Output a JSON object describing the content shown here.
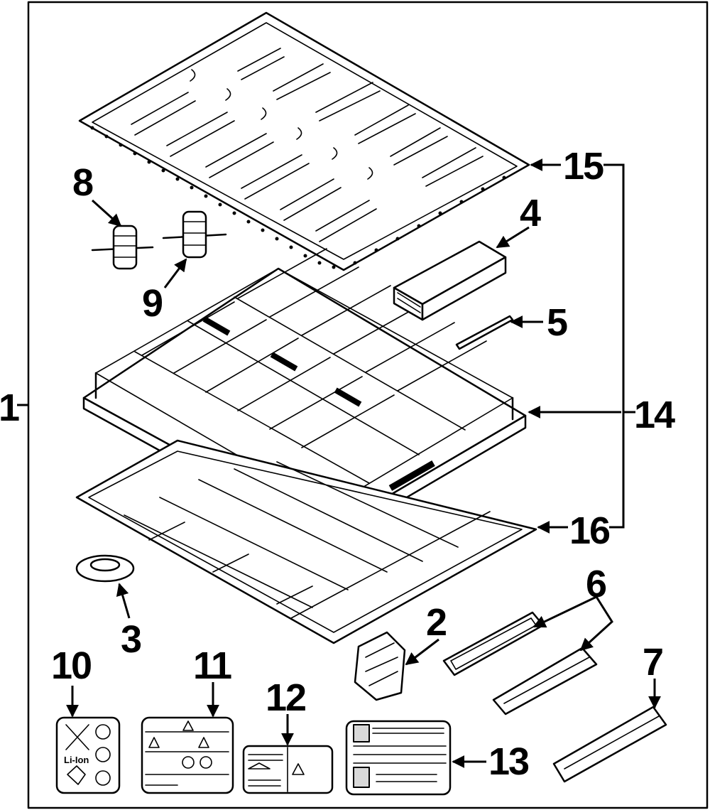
{
  "diagram": {
    "callouts": {
      "c1": "1",
      "c2": "2",
      "c3": "3",
      "c4": "4",
      "c5": "5",
      "c6": "6",
      "c7": "7",
      "c8": "8",
      "c9": "9",
      "c10": "10",
      "c11": "11",
      "c12": "12",
      "c13": "13",
      "c14": "14",
      "c15": "15",
      "c16": "16"
    },
    "label_text": {
      "recycle_label": "Li-Ion"
    }
  }
}
